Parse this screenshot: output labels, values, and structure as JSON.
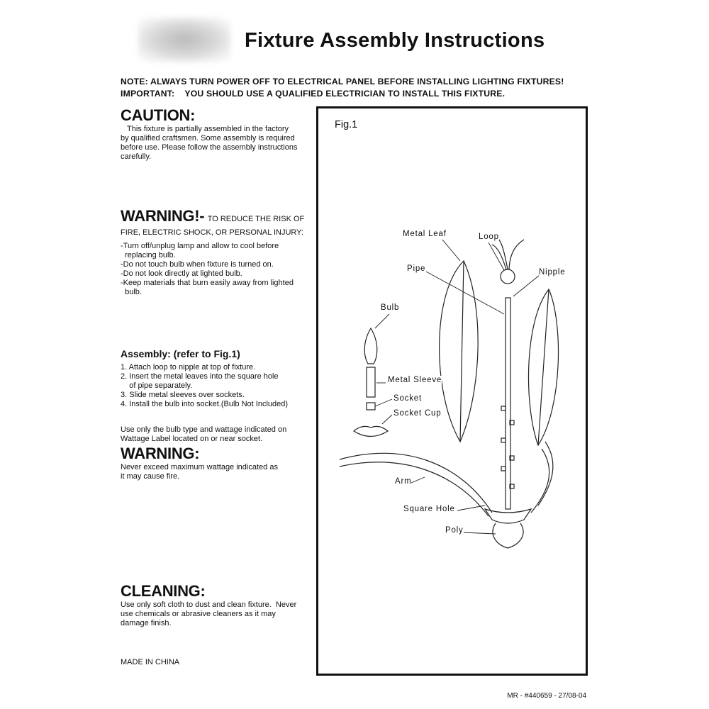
{
  "title": "Fixture Assembly Instructions",
  "notes": {
    "note": "NOTE: ALWAYS TURN POWER OFF TO ELECTRICAL PANEL BEFORE INSTALLING LIGHTING FIXTURES!",
    "important": "IMPORTANT:    YOU SHOULD USE A QUALIFIED ELECTRICIAN TO INSTALL THIS FIXTURE."
  },
  "caution": {
    "heading": "CAUTION:",
    "lines": [
      "This fixture is partially assembled in the factory",
      "by qualified craftsmen. Some assembly is required",
      "before use. Please follow the assembly instructions",
      "carefully."
    ]
  },
  "warning1": {
    "heading": "WARNING!-",
    "subheading_a": "TO REDUCE THE RISK OF",
    "subheading_b": "FIRE, ELECTRIC SHOCK, OR PERSONAL INJURY:",
    "lines": [
      "-Turn off/unplug lamp and allow to cool before",
      "  replacing bulb.",
      "-Do not touch bulb when fixture is turned on.",
      "-Do not look directly at lighted bulb.",
      "-Keep materials that burn easily away from lighted",
      "  bulb."
    ]
  },
  "assembly": {
    "heading": "Assembly: (refer to Fig.1)",
    "lines": [
      "1. Attach loop to nipple at top of fixture.",
      "2. Insert the metal leaves into the square hole",
      "    of pipe separately.",
      "3. Slide metal sleeves over sockets.",
      "4. Install the bulb into socket.(Bulb Not Included)"
    ]
  },
  "wattage_note": [
    "Use only the bulb type and wattage indicated on",
    "Wattage Label located on or near socket."
  ],
  "warning2": {
    "heading": "WARNING:",
    "lines": [
      "Never exceed maximum wattage indicated as",
      "it may cause fire."
    ]
  },
  "cleaning": {
    "heading": "CLEANING:",
    "lines": [
      "Use only soft cloth to dust and clean fixture.  Never",
      "use chemicals or abrasive cleaners as it may",
      "damage finish."
    ]
  },
  "made_in": "MADE IN CHINA",
  "figure": {
    "caption": "Fig.1",
    "labels": {
      "metal_leaf": "Metal Leaf",
      "loop": "Loop",
      "pipe": "Pipe",
      "nipple": "Nipple",
      "bulb": "Bulb",
      "metal_sleeve": "Metal Sleeve",
      "socket": "Socket",
      "socket_cup": "Socket Cup",
      "arm": "Arm",
      "square_hole": "Square Hole",
      "poly": "Poly"
    }
  },
  "footer": "MR - #440659 - 27/08-04"
}
